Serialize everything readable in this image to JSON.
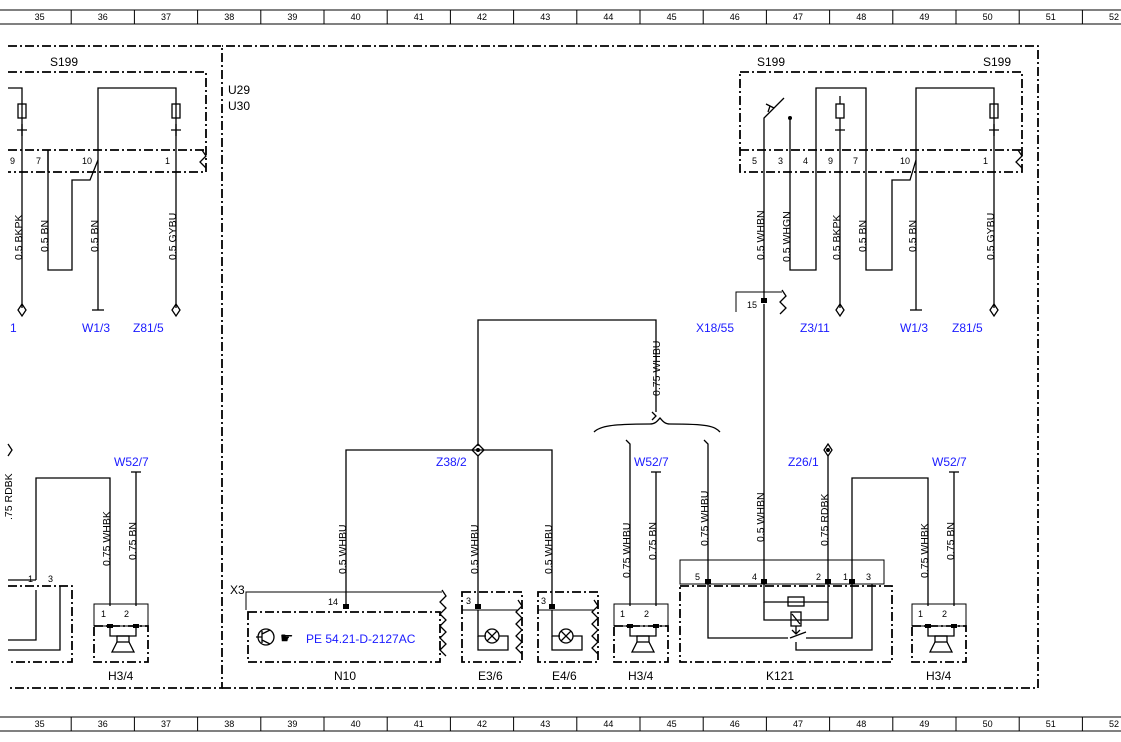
{
  "grid": [
    "35",
    "36",
    "37",
    "38",
    "39",
    "40",
    "41",
    "42",
    "43",
    "44",
    "45",
    "46",
    "47",
    "48",
    "49",
    "50",
    "51",
    "52"
  ],
  "modules": {
    "left_s199": "S199",
    "right_s199_a": "S199",
    "right_s199_b": "S199",
    "u29": "U29",
    "u30": "U30"
  },
  "pins": {
    "lp9": "9",
    "lp7": "7",
    "lp10": "10",
    "lp1": "1",
    "rp5": "5",
    "rp3": "3",
    "rp4": "4",
    "rp9": "9",
    "rp7": "7",
    "rp10": "10",
    "rp1": "1",
    "x18": "15",
    "x3": "14",
    "e36": "3",
    "e46": "3",
    "h1a": "1",
    "h1b": "2",
    "h2a": "1",
    "h2b": "2",
    "h3a": "1",
    "h3b": "2",
    "k5": "5",
    "k4": "4",
    "k2": "2",
    "k1": "1",
    "k3": "3",
    "lb1": "1",
    "lb3": "3"
  },
  "wires": {
    "w1": "0.5 BKPK",
    "w2": "0.5 BN",
    "w3": "0.5 BN",
    "w4": "0.5 GYBU",
    "w5": "0.5 WHBN",
    "w6": "0.5 WHGN",
    "w7": "0.5 BKPK",
    "w8": "0.5 BN",
    "w9": "0.5 BN",
    "w10": "0.5 GYBU",
    "w11": "0.75 WHBU",
    "w12": "0.75 WHBK",
    "w13": "0.75 BN",
    "w14": "0.5 WHBU",
    "w15": "0.5 WHBU",
    "w16": "0.5 WHBU",
    "w17": "0.75 WHBU",
    "w18": "0.75 BN",
    "w19": "0.75 WHBU",
    "w20": "0.5 WHBN",
    "w21": "0.75 RDBK",
    "w22": "0.75 WHBK",
    "w23": "0.75 BN",
    "w24": ".75 RDBK"
  },
  "refs": {
    "l_one": "1",
    "l_w13": "W1/3",
    "l_z815": "Z81/5",
    "x1855": "X18/55",
    "z311": "Z3/11",
    "r_w13": "W1/3",
    "r_z815": "Z81/5",
    "w527_a": "W52/7",
    "z382": "Z38/2",
    "w527_b": "W52/7",
    "z261": "Z26/1",
    "w527_c": "W52/7",
    "pe": "PE 54.21-D-2127AC"
  },
  "components": {
    "x3": "X3",
    "n10": "N10",
    "e36": "E3/6",
    "e46": "E4/6",
    "h34_a": "H3/4",
    "k121": "K121",
    "h34_b": "H3/4",
    "h34_c": "H3/4"
  }
}
